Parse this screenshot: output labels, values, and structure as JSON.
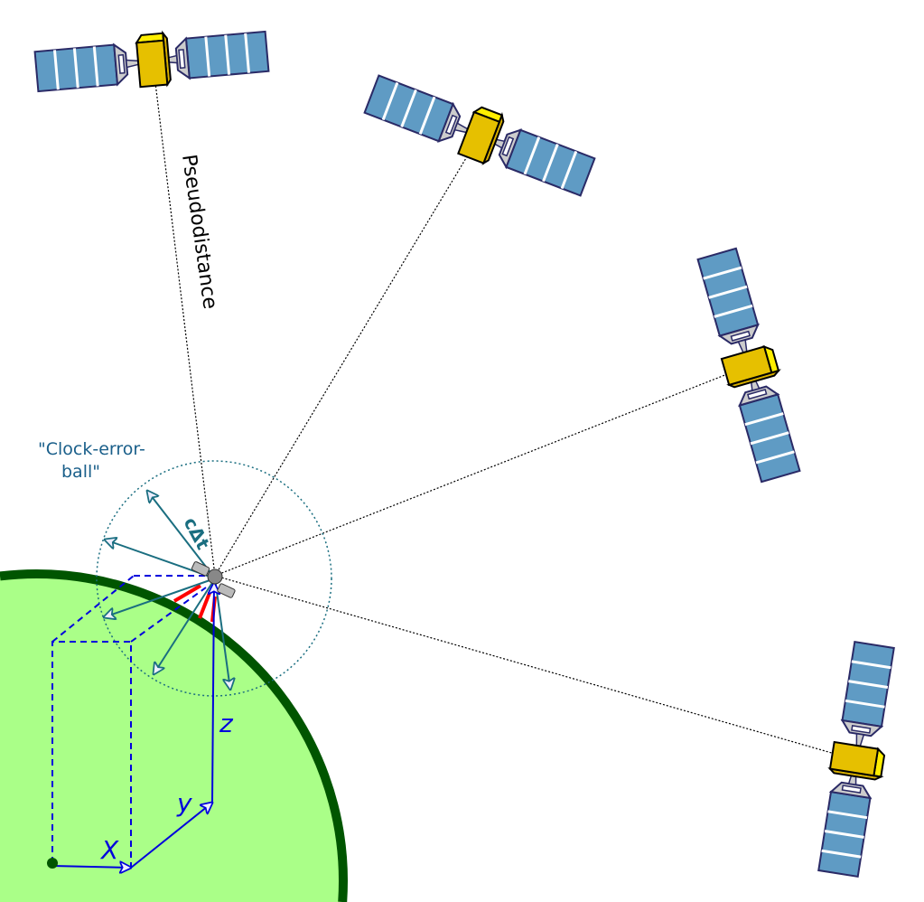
{
  "labels": {
    "pseudodistance": "Pseudodistance",
    "clock_error_ball_line1": "\"Clock-error-",
    "clock_error_ball_line2": "ball\"",
    "c_delta_t": "cΔt",
    "axis_x": "X",
    "axis_y": "y",
    "axis_z": "z"
  },
  "colors": {
    "earth_fill": "#aaff88",
    "earth_outline": "#005500",
    "axes": "#0000dd",
    "clock_ball": "#1a6e80",
    "pseudorange": "#000000",
    "error": "#ff0000",
    "panel": "#5f9bc4",
    "body": "#e6c000"
  }
}
